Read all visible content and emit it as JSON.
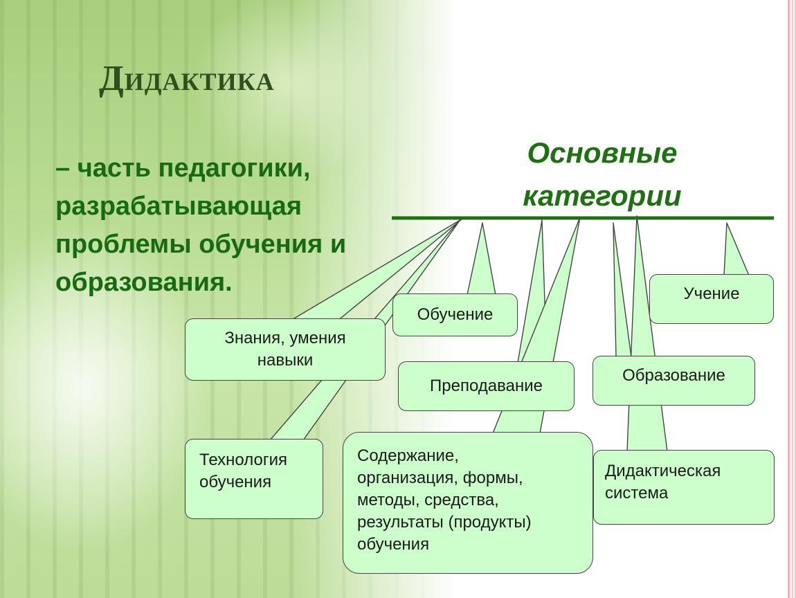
{
  "slide": {
    "title": "Дидактика",
    "definition": "– часть педагогики, разрабатывающая проблемы обучения и образования.",
    "heading_lines": [
      "Основные",
      "категории"
    ]
  },
  "categories": {
    "knowledge": [
      "Знания, умения",
      "навыки"
    ],
    "learning_teaching": "Обучение",
    "studying": "Учение",
    "teaching": "Преподавание",
    "education": "Образование",
    "technology": [
      "Технология",
      "обучения"
    ],
    "content": [
      "Содержание,",
      "организация, формы,",
      "методы, средства,",
      "результаты (продукты)",
      "обучения"
    ],
    "didactic_system": [
      "Дидактическая",
      "система"
    ]
  },
  "colors": {
    "box_fill": "#ccffcc",
    "heading": "#1f6f13",
    "definition": "#166a12",
    "title": "#2f4f1f"
  }
}
